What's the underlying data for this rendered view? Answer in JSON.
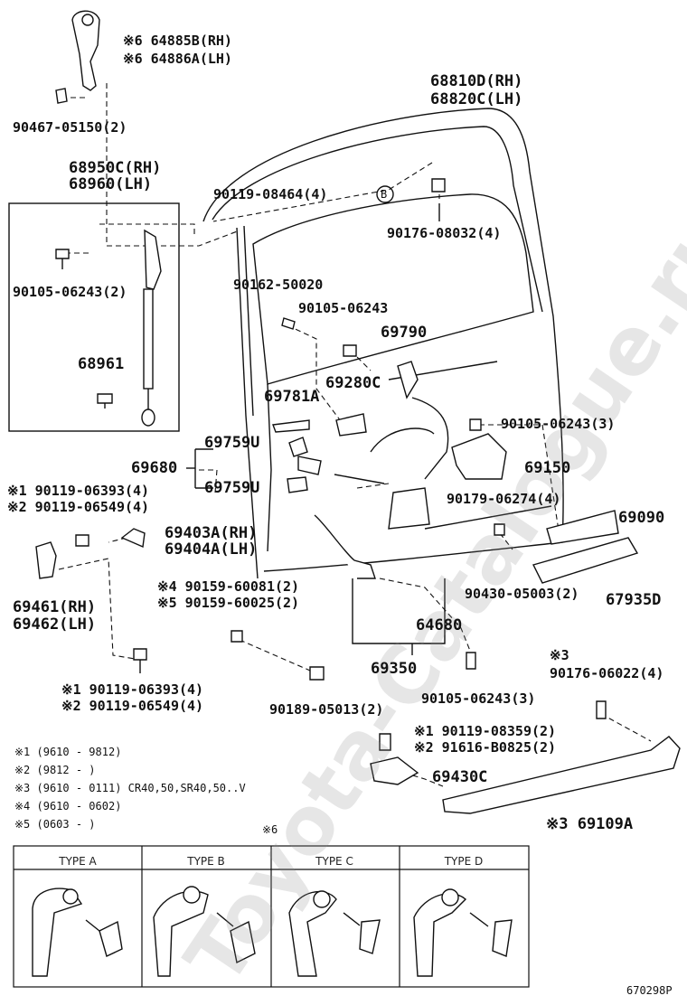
{
  "watermark": "Toyota-Catalogue.ru",
  "figure_code": "670298P",
  "labels": {
    "l1": "※6 64885B(RH)",
    "l2": "※6 64886A(LH)",
    "l3": "90467-05150(2)",
    "l4": "68810D(RH)",
    "l5": "68820C(LH)",
    "l6": "68950C(RH)",
    "l7": "68960(LH)",
    "l8": "90119-08464(4)",
    "l8b": "B",
    "l9": "90176-08032(4)",
    "l10": "90105-06243(2)",
    "l11": "68961",
    "l12": "90162-50020",
    "l13": "90105-06243",
    "l14": "69790",
    "l15": "69280C",
    "l16": "69781A",
    "l17": "69759U",
    "l18": "69680",
    "l19": "69759U",
    "l20": "90105-06243(3)",
    "l21": "69150",
    "l22": "※1 90119-06393(4)",
    "l23": "※2 90119-06549(4)",
    "l24": "69403A(RH)",
    "l25": "69404A(LH)",
    "l26": "90179-06274(4)",
    "l27": "69090",
    "l28": "69461(RH)",
    "l29": "69462(LH)",
    "l30": "※4 90159-60081(2)",
    "l31": "※5 90159-60025(2)",
    "l32": "90430-05003(2)",
    "l33": "67935D",
    "l34": "64680",
    "l35": "69350",
    "l36": "※3",
    "l37": "90176-06022(4)",
    "l38": "※1 90119-06393(4)",
    "l39": "※2 90119-06549(4)",
    "l40": "90189-05013(2)",
    "l41": "90105-06243(3)",
    "l42": "※1 90119-08359(2)",
    "l43": "※2 91616-B0825(2)",
    "l44": "69430C",
    "l45": "※3 69109A",
    "n6": "※6"
  },
  "notes": [
    "※1 (9610 - 9812)",
    "※2 (9812 -         )",
    "※3 (9610 - 0111) CR40,50,SR40,50..V",
    "※4 (9610 - 0602)",
    "※5 (0603 -         )"
  ],
  "types": [
    "TYPE  A",
    "TYPE  B",
    "TYPE  C",
    "TYPE  D"
  ]
}
